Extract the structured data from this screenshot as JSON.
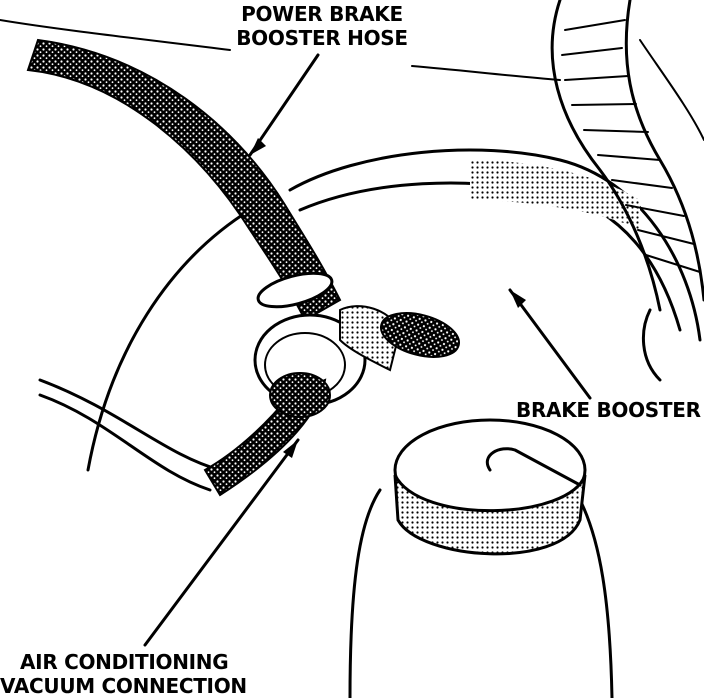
{
  "labels": {
    "hose_line1": "POWER BRAKE",
    "hose_line2": "BOOSTER HOSE",
    "brake_booster": "BRAKE BOOSTER",
    "ac_line1": "AIR CONDITIONING",
    "ac_line2": "VACUUM CONNECTION"
  },
  "colors": {
    "ink": "#000000",
    "paper": "#ffffff"
  }
}
